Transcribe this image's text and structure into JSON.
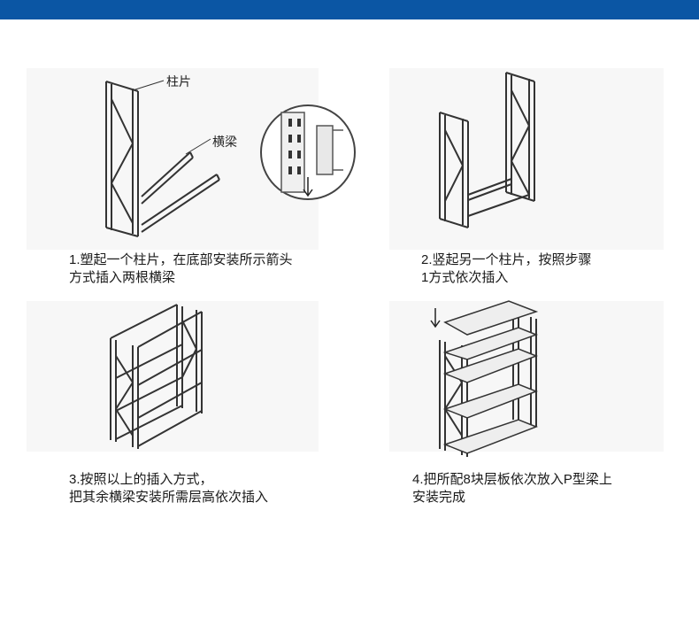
{
  "header": {
    "bar_color": "#0b56a4"
  },
  "steps": [
    {
      "line1": "1.塑起一个柱片，在底部安装所示箭头",
      "line2": "方式插入两根横梁"
    },
    {
      "line1": "2.竖起另一个柱片，按照步骤",
      "line2": "1方式依次插入"
    },
    {
      "line1": "3.按照以上的插入方式，",
      "line2": "把其余横梁安装所需层高依次插入"
    },
    {
      "line1": "4.把所配8块层板依次放入P型梁上",
      "line2": "安装完成"
    }
  ],
  "labels": {
    "column": "柱片",
    "beam": "横梁"
  }
}
